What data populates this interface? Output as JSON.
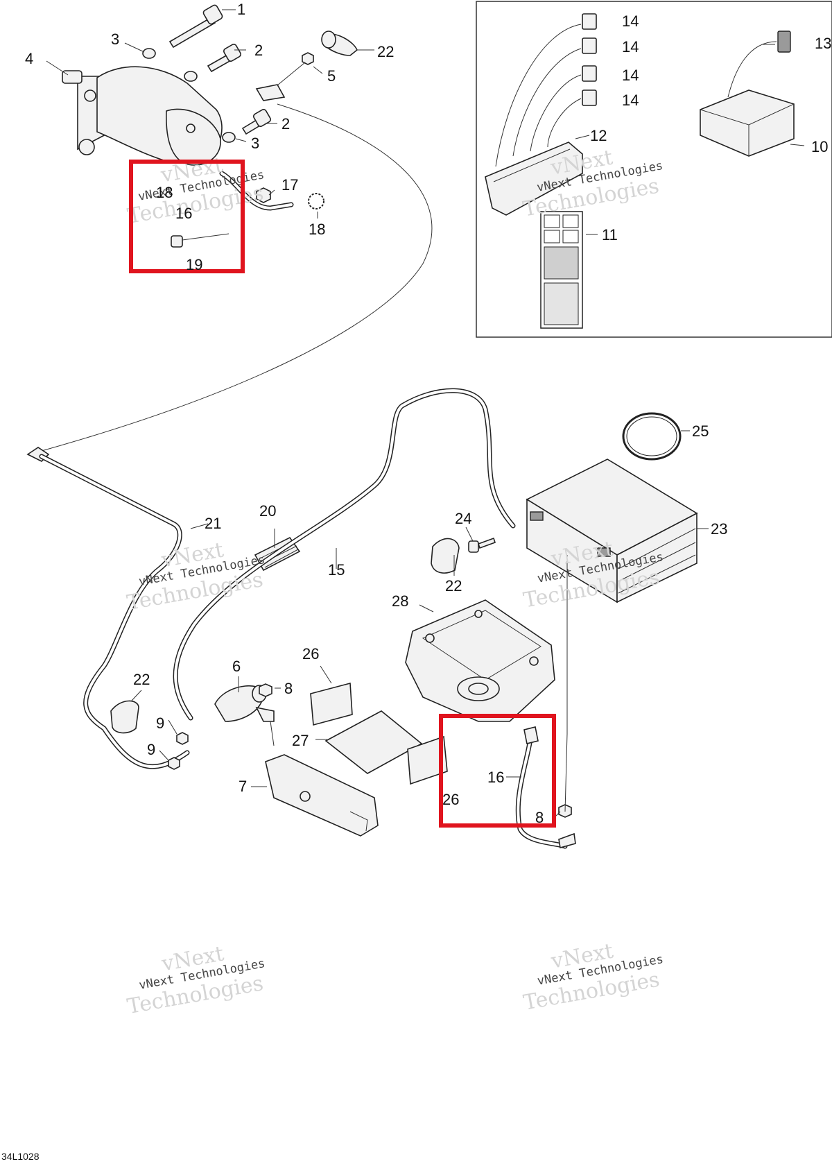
{
  "part_labels": {
    "p1": "1",
    "p2a": "2",
    "p2b": "2",
    "p3a": "3",
    "p3b": "3",
    "p4": "4",
    "p5": "5",
    "p22a": "22",
    "p14a": "14",
    "p14b": "14",
    "p14c": "14",
    "p14d": "14",
    "p13": "13",
    "p12": "12",
    "p10": "10",
    "p11": "11",
    "p17": "17",
    "p18a": "18",
    "p18b": "18",
    "p16a": "16",
    "p19": "19",
    "p25": "25",
    "p24": "24",
    "p23": "23",
    "p21": "21",
    "p20": "20",
    "p15": "15",
    "p22b": "22",
    "p28": "28",
    "p26a": "26",
    "p6": "6",
    "p8a": "8",
    "p22c": "22",
    "p9a": "9",
    "p9b": "9",
    "p27": "27",
    "p7": "7",
    "p16b": "16",
    "p26b": "26",
    "p8b": "8"
  },
  "figure_code": "34L1028",
  "watermark": {
    "line1": "vNext",
    "line2": "vNext Technologies",
    "line3": "Technologies"
  },
  "colors": {
    "highlight": "#e0141e",
    "watermark": "#d4d4d4"
  }
}
